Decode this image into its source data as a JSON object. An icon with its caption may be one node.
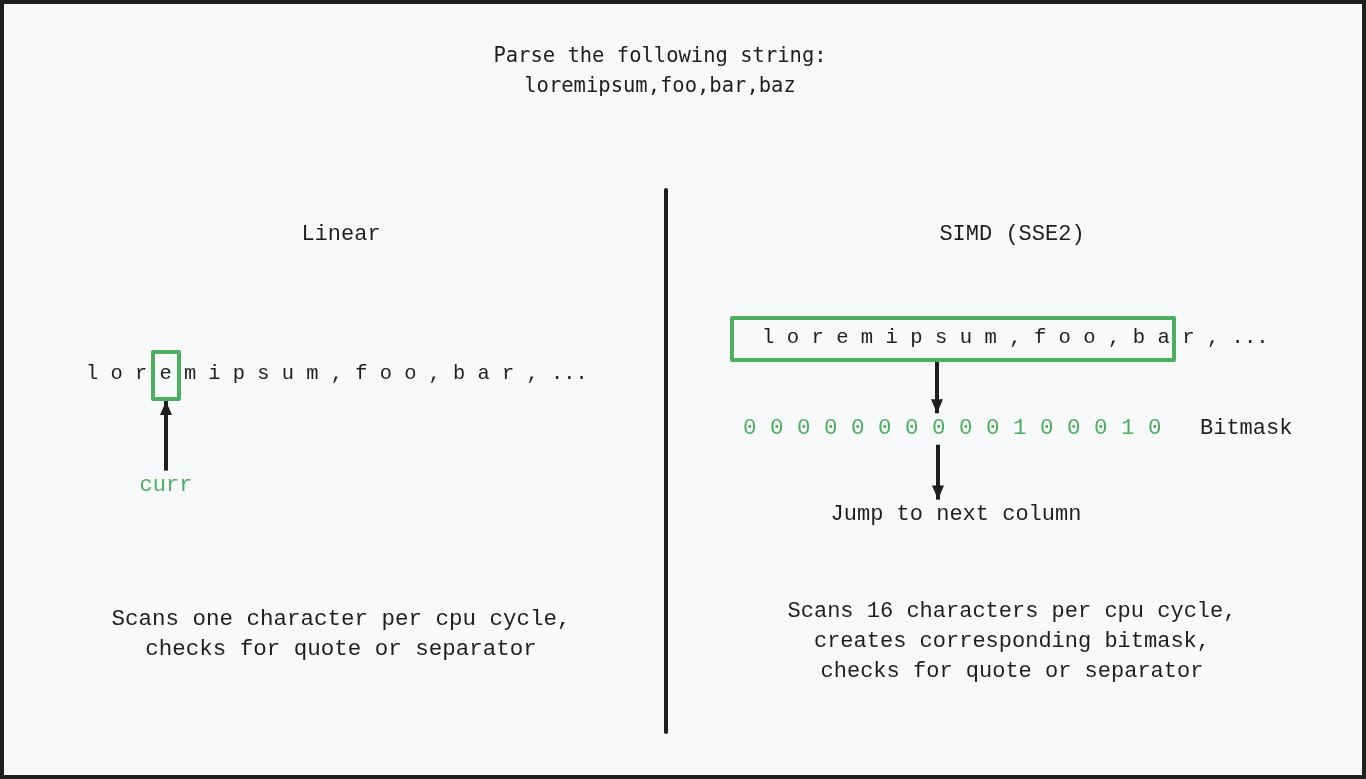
{
  "diagram": {
    "title": "Parse the following string: loremipsum,foo,bar,baz",
    "nodes": [
      {
        "text": [],
        "shape": "box"
      },
      {
        "text": [
          "curr"
        ]
      },
      {
        "text": [],
        "shape": "box"
      },
      {
        "text": [
          "0 0 0 0 0 0 0 0 0 0 1 0 0 0 1 0"
        ],
        "beside": [
          "Bitmask"
        ]
      },
      {
        "text": [
          "Jump to next column"
        ]
      }
    ],
    "edges": [
      {
        "from": 1,
        "to": 0,
        "arrow": "to"
      },
      {
        "from": 2,
        "to": 3,
        "arrow": "to"
      },
      {
        "from": 3,
        "to": 4,
        "arrow": "to"
      }
    ],
    "labels": [
      "Linear",
      "l o r e m i p s u m , f o o , b a r , ...",
      "Scans one character per cpu cycle, checks for quote or separator",
      "SIMD (SSE2)",
      "l o r e m i p s u m , f o o , b a r , ...",
      "Scans 16 characters per cpu cycle, creates corresponding bitmask, checks for quote or separator"
    ]
  }
}
